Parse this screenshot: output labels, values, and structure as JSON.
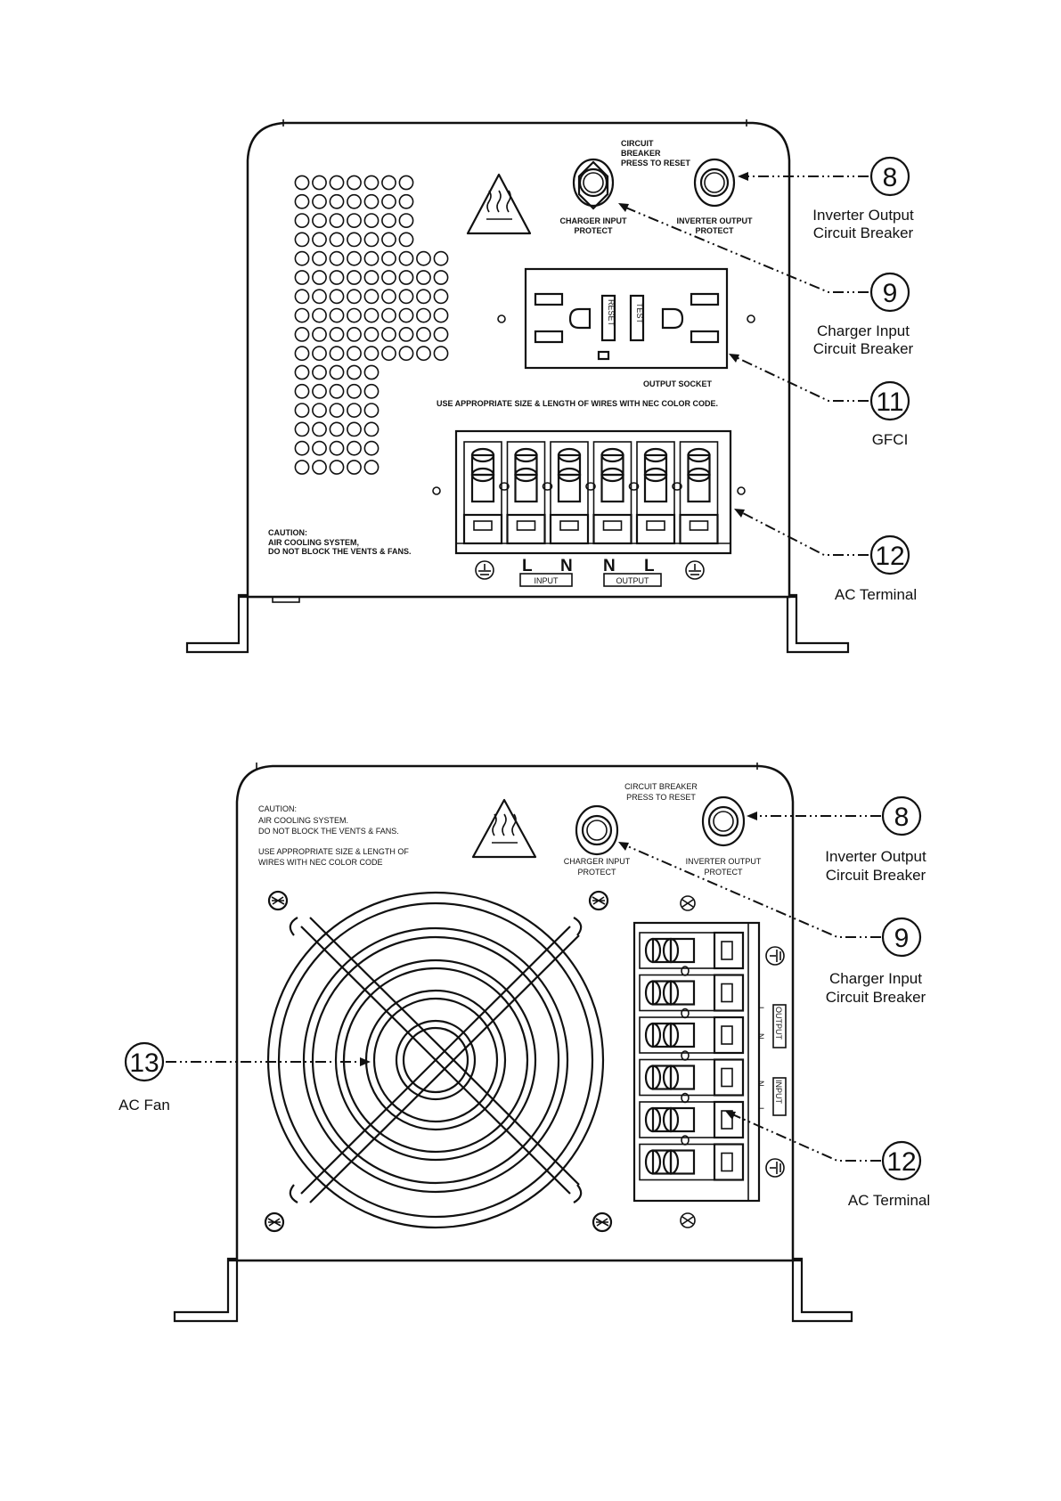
{
  "top_view": {
    "circuit_breaker_text": [
      "CIRCUIT",
      "BREAKER",
      "PRESS TO RESET"
    ],
    "charger_input_protect": [
      "CHARGER INPUT",
      "PROTECT"
    ],
    "inverter_output_protect": [
      "INVERTER OUTPUT",
      "PROTECT"
    ],
    "output_socket": "OUTPUT SOCKET",
    "wire_note": "USE APPROPRIATE SIZE & LENGTH OF WIRES WITH NEC COLOR CODE.",
    "caution": [
      "CAUTION:",
      "AIR COOLING SYSTEM,",
      "DO NOT BLOCK THE VENTS & FANS."
    ],
    "terminal_letters": [
      "L",
      "N",
      "N",
      "L"
    ],
    "input_label": "INPUT",
    "output_label": "OUTPUT",
    "gfci_button_texts": [
      "RESET",
      "TEST"
    ],
    "callouts": {
      "c8": {
        "number": "8",
        "label": [
          "Inverter Output",
          "Circuit Breaker"
        ]
      },
      "c9": {
        "number": "9",
        "label": [
          "Charger Input",
          "Circuit Breaker"
        ]
      },
      "c11": {
        "number": "11",
        "label": [
          "GFCI"
        ]
      },
      "c12": {
        "number": "12",
        "label": [
          "AC Terminal"
        ]
      }
    }
  },
  "bottom_view": {
    "circuit_breaker_text": [
      "CIRCUIT BREAKER",
      "PRESS TO RESET"
    ],
    "caution": [
      "CAUTION:",
      "AIR COOLING SYSTEM.",
      "DO NOT BLOCK THE VENTS & FANS."
    ],
    "wire_note": [
      "USE APPROPRIATE SIZE & LENGTH OF",
      "WIRES WITH NEC COLOR CODE"
    ],
    "charger_input_protect": [
      "CHARGER INPUT",
      "PROTECT"
    ],
    "inverter_output_protect": [
      "INVERTER OUTPUT",
      "PROTECT"
    ],
    "terminal_letters": {
      "output": [
        "L",
        "N"
      ],
      "input": [
        "N",
        "L"
      ]
    },
    "output_label": "OUTPUT",
    "input_label": "INPUT",
    "callouts": {
      "c8": {
        "number": "8",
        "label": [
          "Inverter Output",
          "Circuit Breaker"
        ]
      },
      "c9": {
        "number": "9",
        "label": [
          "Charger Input",
          "Circuit Breaker"
        ]
      },
      "c12": {
        "number": "12",
        "label": [
          "AC Terminal"
        ]
      },
      "c13": {
        "number": "13",
        "label": [
          "AC Fan"
        ]
      }
    }
  }
}
